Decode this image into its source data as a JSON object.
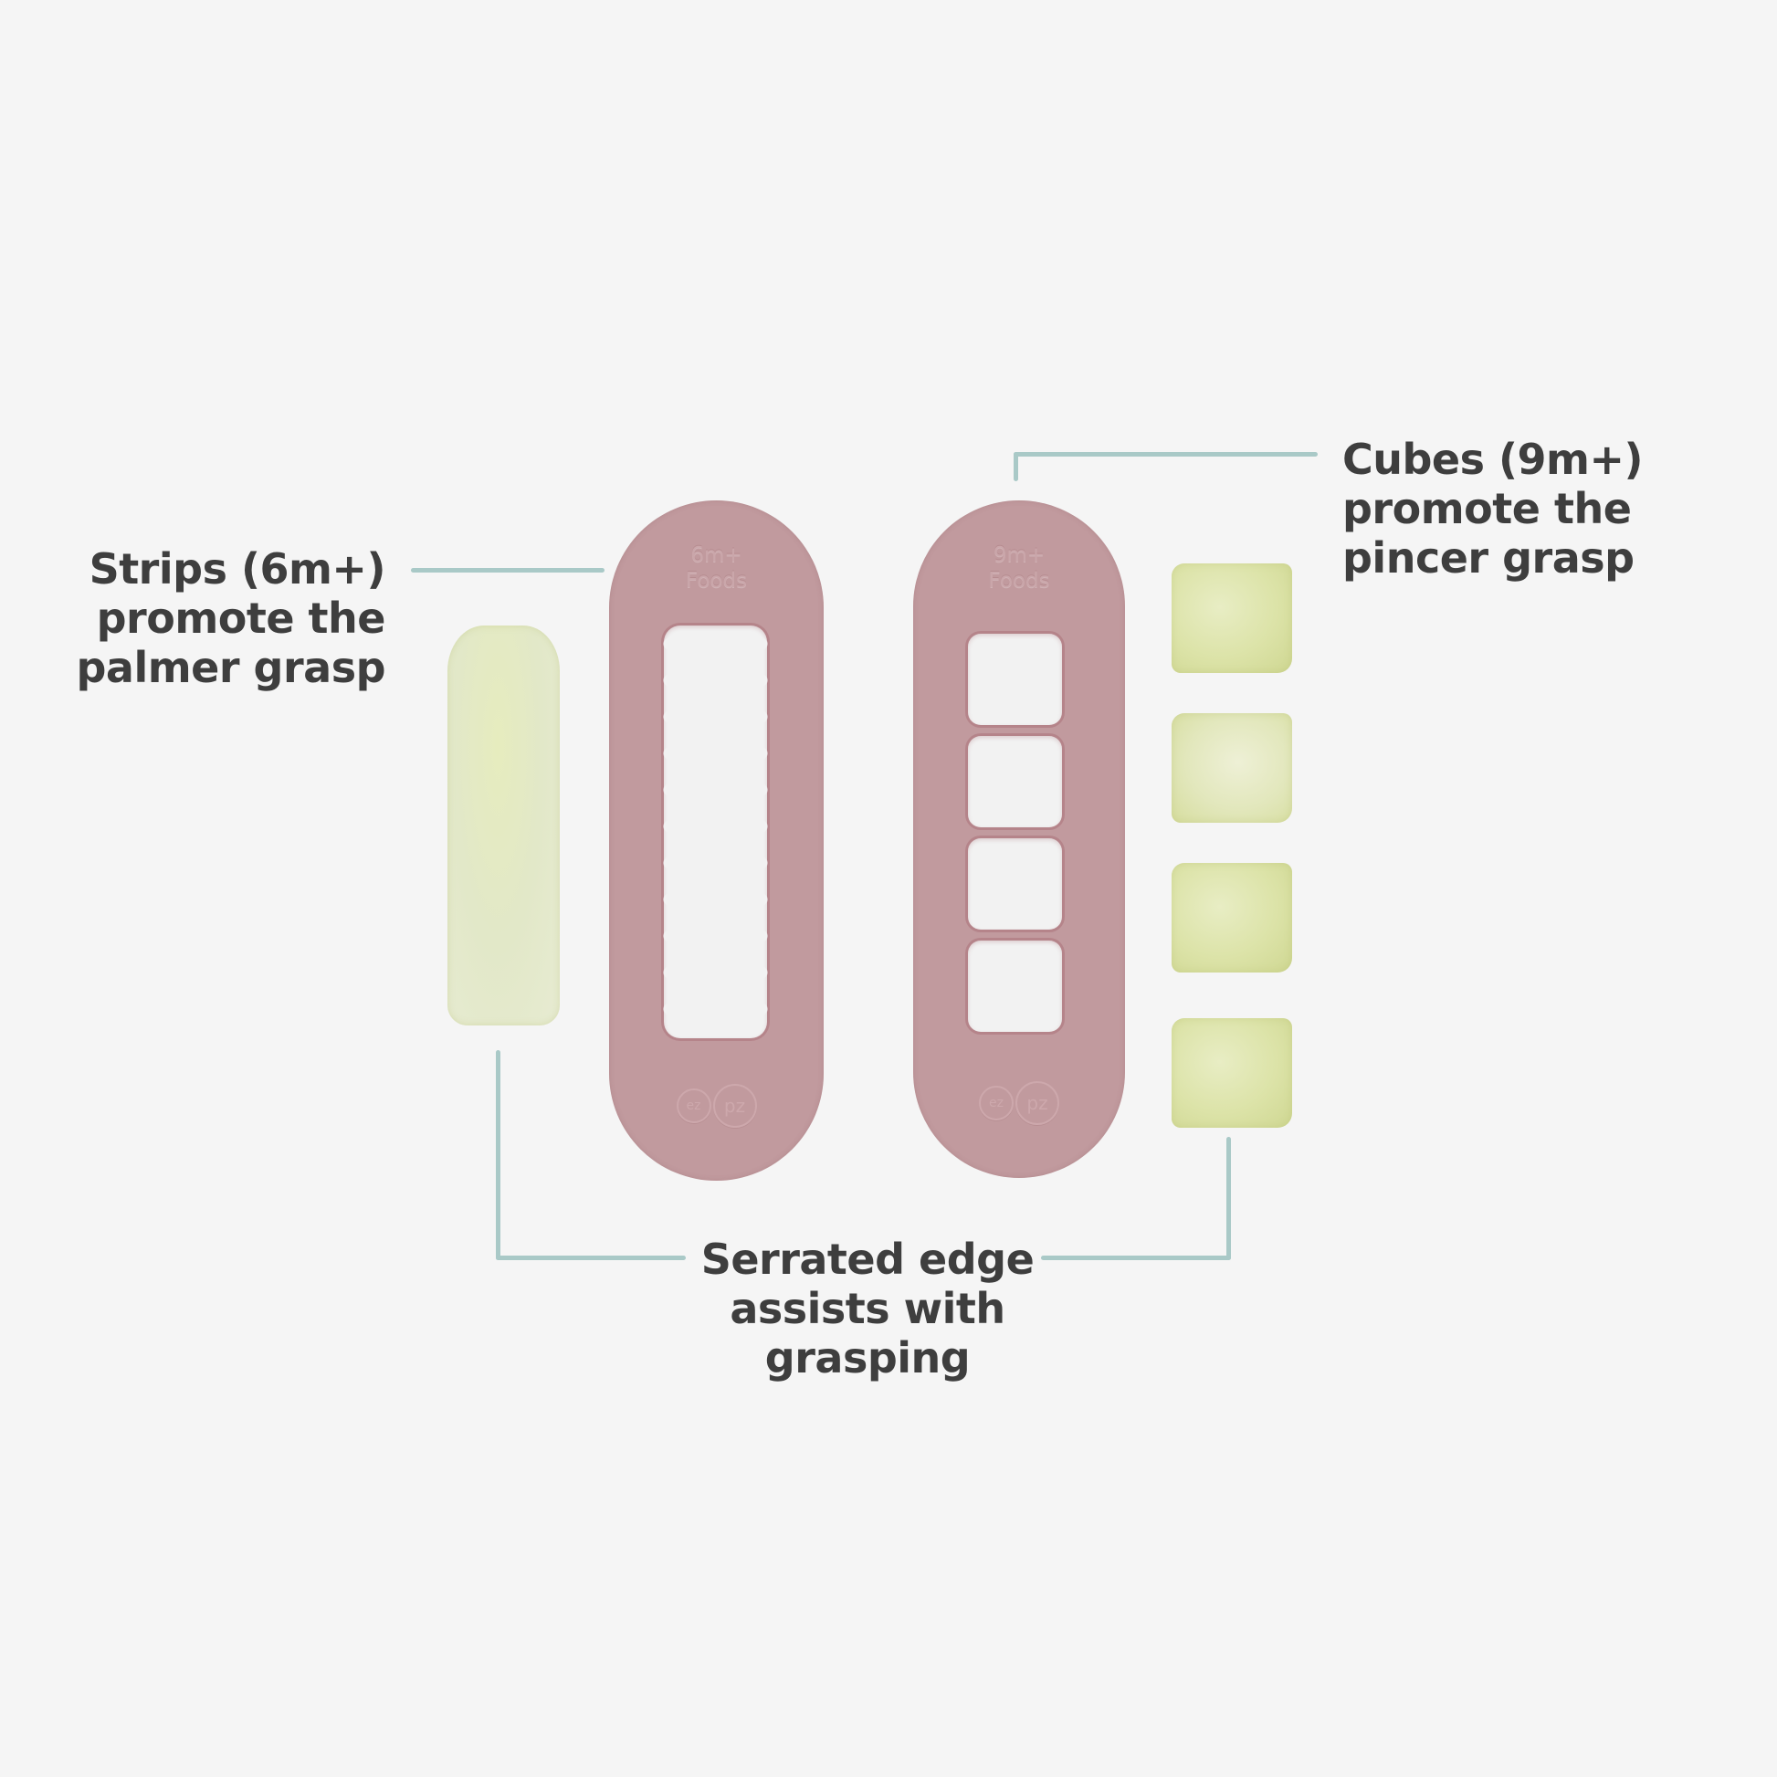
{
  "labels": {
    "strips": {
      "lines": [
        "Strips (6m+)",
        "promote the",
        "palmer grasp"
      ]
    },
    "cubes": {
      "lines": [
        "Cubes (9m+)",
        "promote the",
        "pincer grasp"
      ]
    },
    "serrated": {
      "lines": [
        "Serrated edge",
        "assists with",
        "grasping"
      ]
    }
  },
  "cutters": [
    {
      "name": "strip-cutter",
      "emboss_lines": [
        "6m+",
        "Foods"
      ],
      "logo": [
        "ez",
        "pz"
      ],
      "opening": "single serrated strip"
    },
    {
      "name": "cube-cutter",
      "emboss_lines": [
        "9m+",
        "Foods"
      ],
      "logo": [
        "ez",
        "pz"
      ],
      "opening": "four serrated cubes"
    }
  ],
  "food": {
    "strip_count": 1,
    "cube_count": 4
  },
  "colors": {
    "background": "#F5F5F5",
    "text": "#3E3E3E",
    "connector": "#A9C9C7",
    "cutter_pink": "#C19A9E",
    "food_green": "#DCE3A8"
  }
}
